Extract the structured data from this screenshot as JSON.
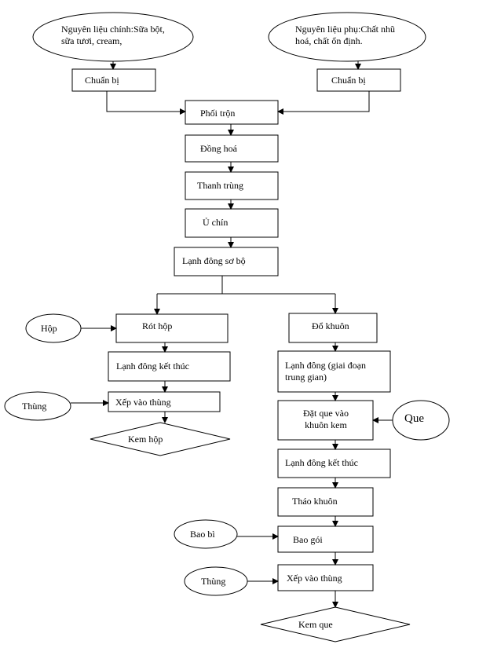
{
  "diagram": {
    "nodes": {
      "main_ingredients": "Nguyên liệu chính:Sữa bột, sữa tươi, cream,",
      "aux_ingredients": "Nguyên liệu phụ:Chất nhũ hoá, chất ổn định.",
      "prep_left": "Chuẩn bị",
      "prep_right": "Chuẩn bị",
      "mixing": "Phối trộn",
      "homogenize": "Đồng hoá",
      "pasteurize": "Thanh trùng",
      "aging": "Ủ chín",
      "pre_freeze": "Lạnh đông sơ bộ",
      "box": "Hộp",
      "fill_box": "Rót hộp",
      "final_freeze_left": "Lạnh đông kết thúc",
      "carton_left": "Thùng",
      "pack_carton_left": "Xếp vào thùng",
      "boxed_ice_cream": "Kem hộp",
      "mold_fill": "Đổ khuôn",
      "intermediate_freeze": "Lạnh đông (giai đoạn trung gian)",
      "stick": "Que",
      "insert_stick": "Đặt que vào khuôn kem",
      "final_freeze_right": "Lạnh đông kết thúc",
      "demold": "Tháo khuôn",
      "packaging_material": "Bao bì",
      "wrap": "Bao gói",
      "carton_right": "Thùng",
      "pack_carton_right": "Xếp vào thùng",
      "stick_ice_cream": "Kem que"
    }
  }
}
